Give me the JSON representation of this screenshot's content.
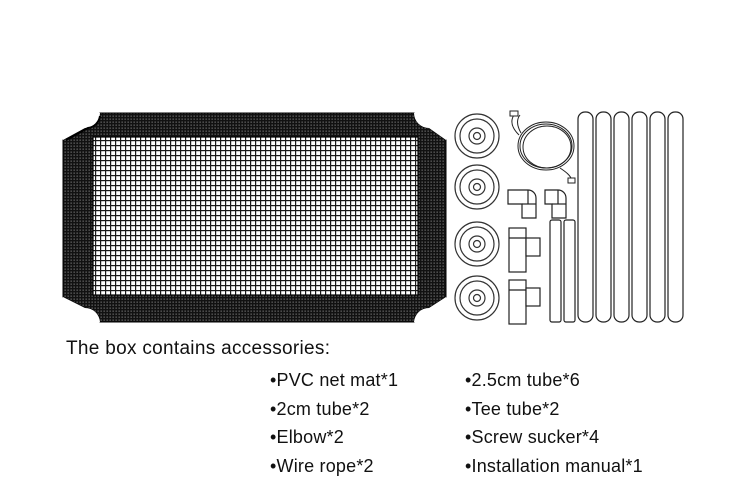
{
  "heading": "The box contains accessories:",
  "accessories_left": [
    "•PVC net mat*1",
    "•2cm tube*2",
    "•Elbow*2",
    "•Wire rope*2"
  ],
  "accessories_right": [
    "•2.5cm tube*6",
    "•Tee tube*2",
    "•Screw sucker*4",
    "•Installation manual*1"
  ]
}
